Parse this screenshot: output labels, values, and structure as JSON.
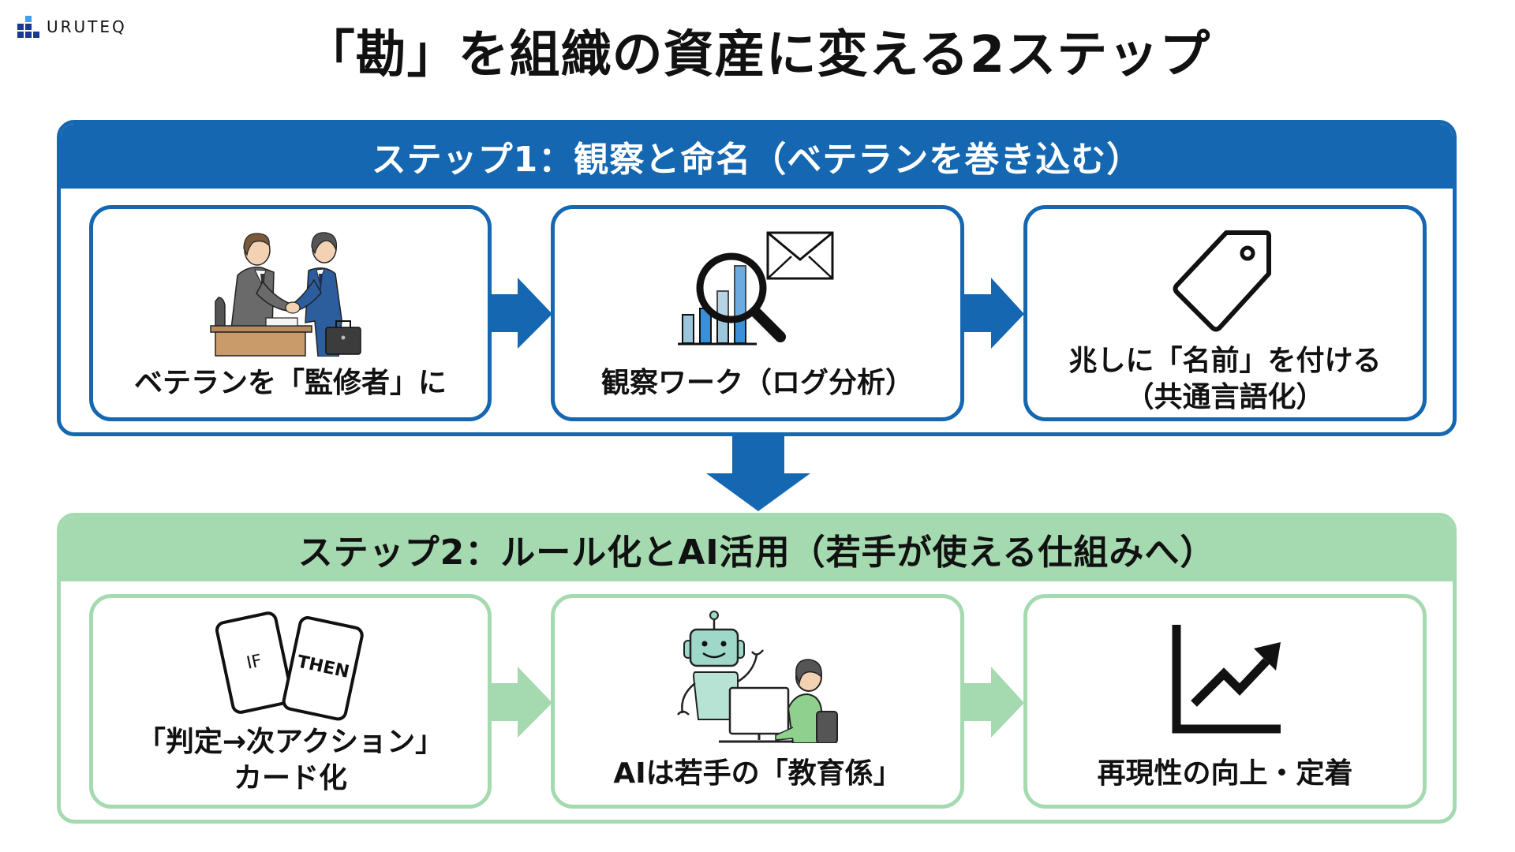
{
  "brand": {
    "name": "URUTEQ",
    "logo_icon": "stacked-blocks-logo",
    "colors": {
      "logo_dark": "#1a3a8c",
      "logo_light": "#3aa0f0"
    }
  },
  "title": "「勘」を組織の資産に変える2ステップ",
  "colors": {
    "step1": "#1467b0",
    "step2": "#a5dab0",
    "text": "#111111"
  },
  "steps": [
    {
      "header": "ステップ1：観察と命名（ベテランを巻き込む）",
      "cards": [
        {
          "icon": "handshake-icon",
          "label": "ベテランを「監修者」に"
        },
        {
          "icon": "magnifier-chart-icon",
          "label": "観察ワーク（ログ分析）"
        },
        {
          "icon": "tag-icon",
          "label": "兆しに「名前」を付ける",
          "label2": "（共通言語化）"
        }
      ]
    },
    {
      "header": "ステップ2：ルール化とAI活用（若手が使える仕組みへ）",
      "cards": [
        {
          "icon": "if-then-cards-icon",
          "label": "「判定→次アクション」",
          "label2": "カード化",
          "card_text_if": "IF",
          "card_text_then": "THEN"
        },
        {
          "icon": "robot-teacher-icon",
          "label": "AIは若手の「教育係」"
        },
        {
          "icon": "trend-up-chart-icon",
          "label": "再現性の向上・定着"
        }
      ]
    }
  ]
}
